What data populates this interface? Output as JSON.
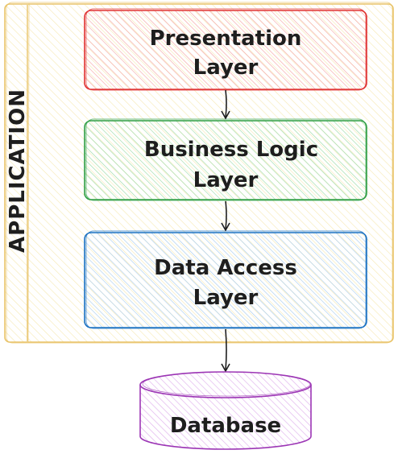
{
  "app_container": {
    "label": "APPLICATION",
    "fill_color": "#fff9db",
    "stroke_color": "#e9c46a"
  },
  "layers": [
    {
      "line1": "Presentation",
      "line2": "Layer",
      "fill_color": "#ffc9c9",
      "stroke_color": "#e03131"
    },
    {
      "line1": "Business Logic",
      "line2": "Layer",
      "fill_color": "#b2f2bb",
      "stroke_color": "#2f9e44"
    },
    {
      "line1": "Data Access",
      "line2": "Layer",
      "fill_color": "#a5d8ff",
      "stroke_color": "#1971c2"
    }
  ],
  "database": {
    "label": "Database",
    "fill_color": "#eebefa",
    "stroke_color": "#9c36b5"
  },
  "arrow_color": "#1e1e1e"
}
